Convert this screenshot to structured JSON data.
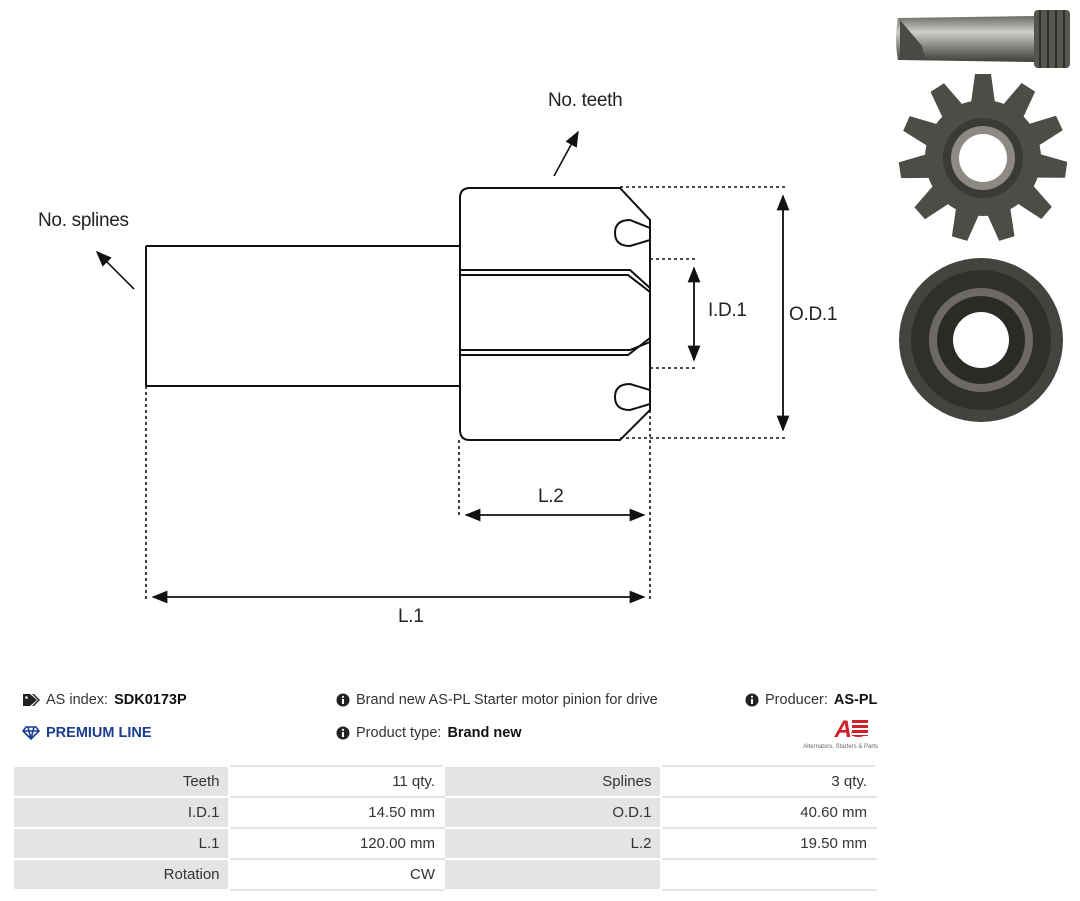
{
  "diagram": {
    "labels": {
      "teeth": "No. teeth",
      "splines": "No. splines",
      "id1": "I.D.1",
      "od1": "O.D.1",
      "l2": "L.2",
      "l1": "L.1"
    }
  },
  "info": {
    "as_index_label": "AS index:",
    "as_index_value": "SDK0173P",
    "premium": "PREMIUM LINE",
    "description": "Brand new AS-PL Starter motor pinion for drive",
    "product_type_label": "Product type:",
    "product_type_value": "Brand new",
    "producer_label": "Producer:",
    "producer_value": "AS-PL",
    "logo_text": "AS",
    "logo_tagline": "Alternators, Starters & Parts"
  },
  "specs": {
    "rows": [
      {
        "k1": "Teeth",
        "v1": "11 qty.",
        "k2": "Splines",
        "v2": "3 qty."
      },
      {
        "k1": "I.D.1",
        "v1": "14.50 mm",
        "k2": "O.D.1",
        "v2": "40.60 mm"
      },
      {
        "k1": "L.1",
        "v1": "120.00 mm",
        "k2": "L.2",
        "v2": "19.50 mm"
      },
      {
        "k1": "Rotation",
        "v1": "CW",
        "k2": "",
        "v2": ""
      }
    ]
  },
  "colors": {
    "accent_blue": "#1a3d8f",
    "logo_red": "#d0202a",
    "table_key_bg": "#e4e4e4"
  },
  "icons": [
    "tag-icon",
    "diamond-icon",
    "info-icon"
  ]
}
